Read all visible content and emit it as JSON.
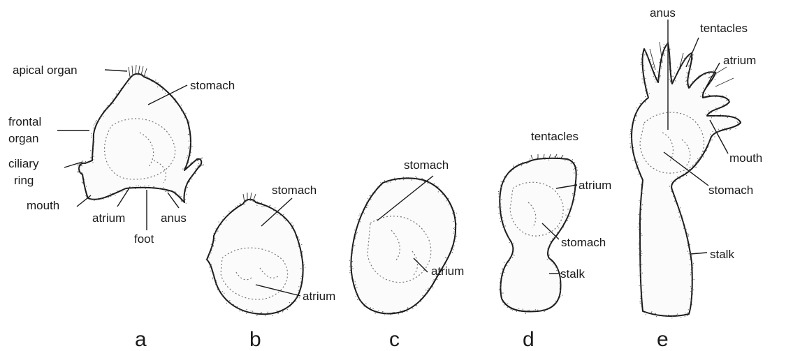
{
  "panels": {
    "a": {
      "letter": "a",
      "labels": {
        "apical_organ": "apical organ",
        "stomach": "stomach",
        "frontal_organ_1": "frontal",
        "frontal_organ_2": "organ",
        "ciliary_ring_1": "ciliary",
        "ciliary_ring_2": "ring",
        "mouth": "mouth",
        "atrium": "atrium",
        "anus": "anus",
        "foot": "foot"
      }
    },
    "b": {
      "letter": "b",
      "labels": {
        "stomach": "stomach",
        "atrium": "atrium"
      }
    },
    "c": {
      "letter": "c",
      "labels": {
        "stomach": "stomach",
        "atrium": "atrium"
      }
    },
    "d": {
      "letter": "d",
      "labels": {
        "tentacles": "tentacles",
        "atrium": "atrium",
        "stomach": "stomach",
        "stalk": "stalk"
      }
    },
    "e": {
      "letter": "e",
      "labels": {
        "anus": "anus",
        "tentacles": "tentacles",
        "atrium": "atrium",
        "mouth": "mouth",
        "stomach": "stomach",
        "stalk": "stalk"
      }
    }
  }
}
